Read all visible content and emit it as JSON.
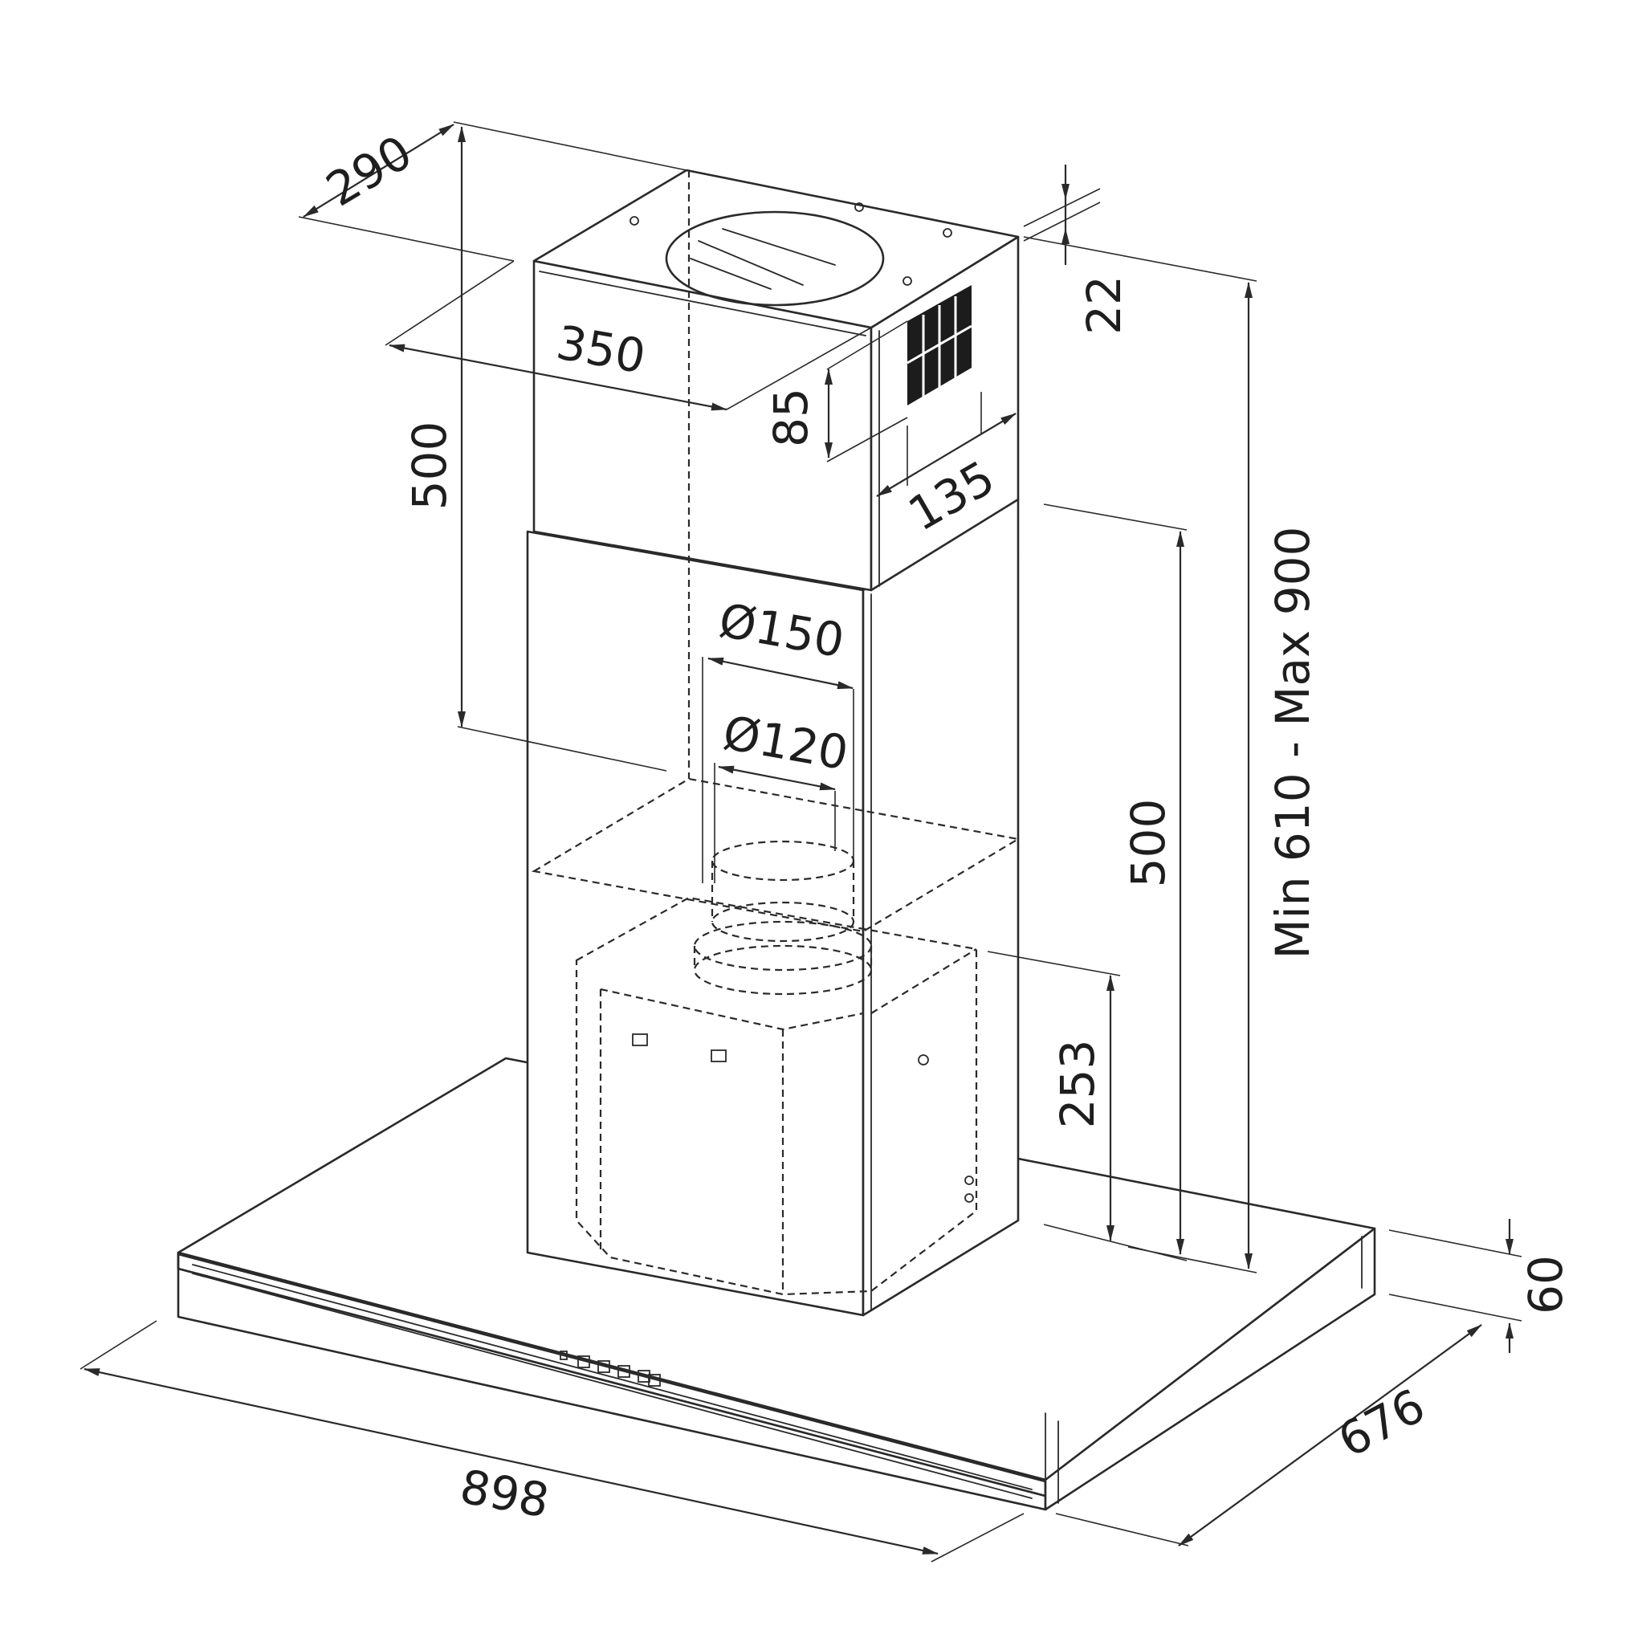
{
  "dimensions": {
    "chimney_depth": "290",
    "chimney_width": "350",
    "upper_chimney_height": "500",
    "lower_chimney_height": "500",
    "vent_height": "85",
    "vent_width": "135",
    "top_offset": "22",
    "duct_outer_diameter": "Ø150",
    "duct_inner_diameter": "Ø120",
    "motor_height": "253",
    "total_height_range": "Min 610 - Max 900",
    "hood_thickness": "60",
    "hood_depth": "676",
    "hood_width": "898"
  }
}
